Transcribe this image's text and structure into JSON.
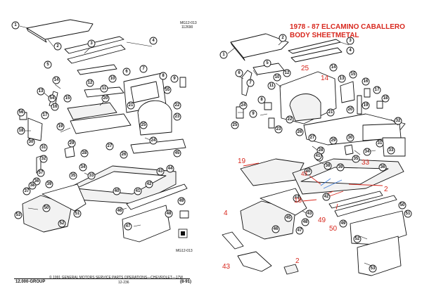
{
  "header": {
    "title_line1": "1978 - 87 ELCAMINO CABALLERO",
    "title_line2": "BODY SHEETMETAL"
  },
  "left_page": {
    "code_top": "MG12-013",
    "code_top_sub": "112690",
    "code_bottom": "MG12-013",
    "footer_group": "12.000-GROUP",
    "footer_copyright": "© 1991  GENERAL MOTORS SERVICE PARTS OPERATIONS—CHEVROLET—17W",
    "footer_page": "12-236",
    "footer_date": "(8-91)"
  },
  "left_callouts": [
    "1",
    "2",
    "3",
    "4",
    "5",
    "6",
    "7",
    "8",
    "9",
    "10",
    "11",
    "12",
    "13",
    "14",
    "15",
    "16",
    "17",
    "18",
    "19",
    "20",
    "21",
    "22",
    "23",
    "24",
    "25",
    "26",
    "27",
    "28",
    "29",
    "30",
    "31",
    "32",
    "33",
    "34",
    "35",
    "36",
    "37",
    "38",
    "39",
    "40",
    "41",
    "42",
    "43",
    "44",
    "45",
    "46",
    "47",
    "48",
    "49",
    "50",
    "51",
    "52",
    "53",
    "54",
    "55",
    "56",
    "57"
  ],
  "right_callouts": [
    "1",
    "2",
    "3",
    "4",
    "5",
    "6",
    "7",
    "8",
    "9",
    "10",
    "11",
    "12",
    "13",
    "14",
    "15",
    "16",
    "17",
    "18",
    "19",
    "20",
    "21",
    "22",
    "23",
    "24",
    "25",
    "26",
    "27",
    "28",
    "29",
    "30",
    "31",
    "32",
    "33",
    "34",
    "35",
    "36",
    "37",
    "38",
    "39",
    "40",
    "41",
    "42",
    "43",
    "44",
    "45",
    "46",
    "47",
    "48",
    "49",
    "50",
    "51",
    "52",
    "53"
  ],
  "red_labels": {
    "label_25": "25",
    "label_14": "14",
    "label_19": "19",
    "label_33": "33",
    "label_43_top": "43",
    "label_2_top": "2",
    "label_18": "18",
    "label_49": "49",
    "label_50": "50",
    "label_4": "4",
    "label_43_bottom": "43",
    "label_2_bottom": "2"
  },
  "colors": {
    "accent_red": "#d8281e",
    "line_black": "#111111",
    "highlight_blue": "#3d7bd9",
    "background": "#ffffff"
  }
}
